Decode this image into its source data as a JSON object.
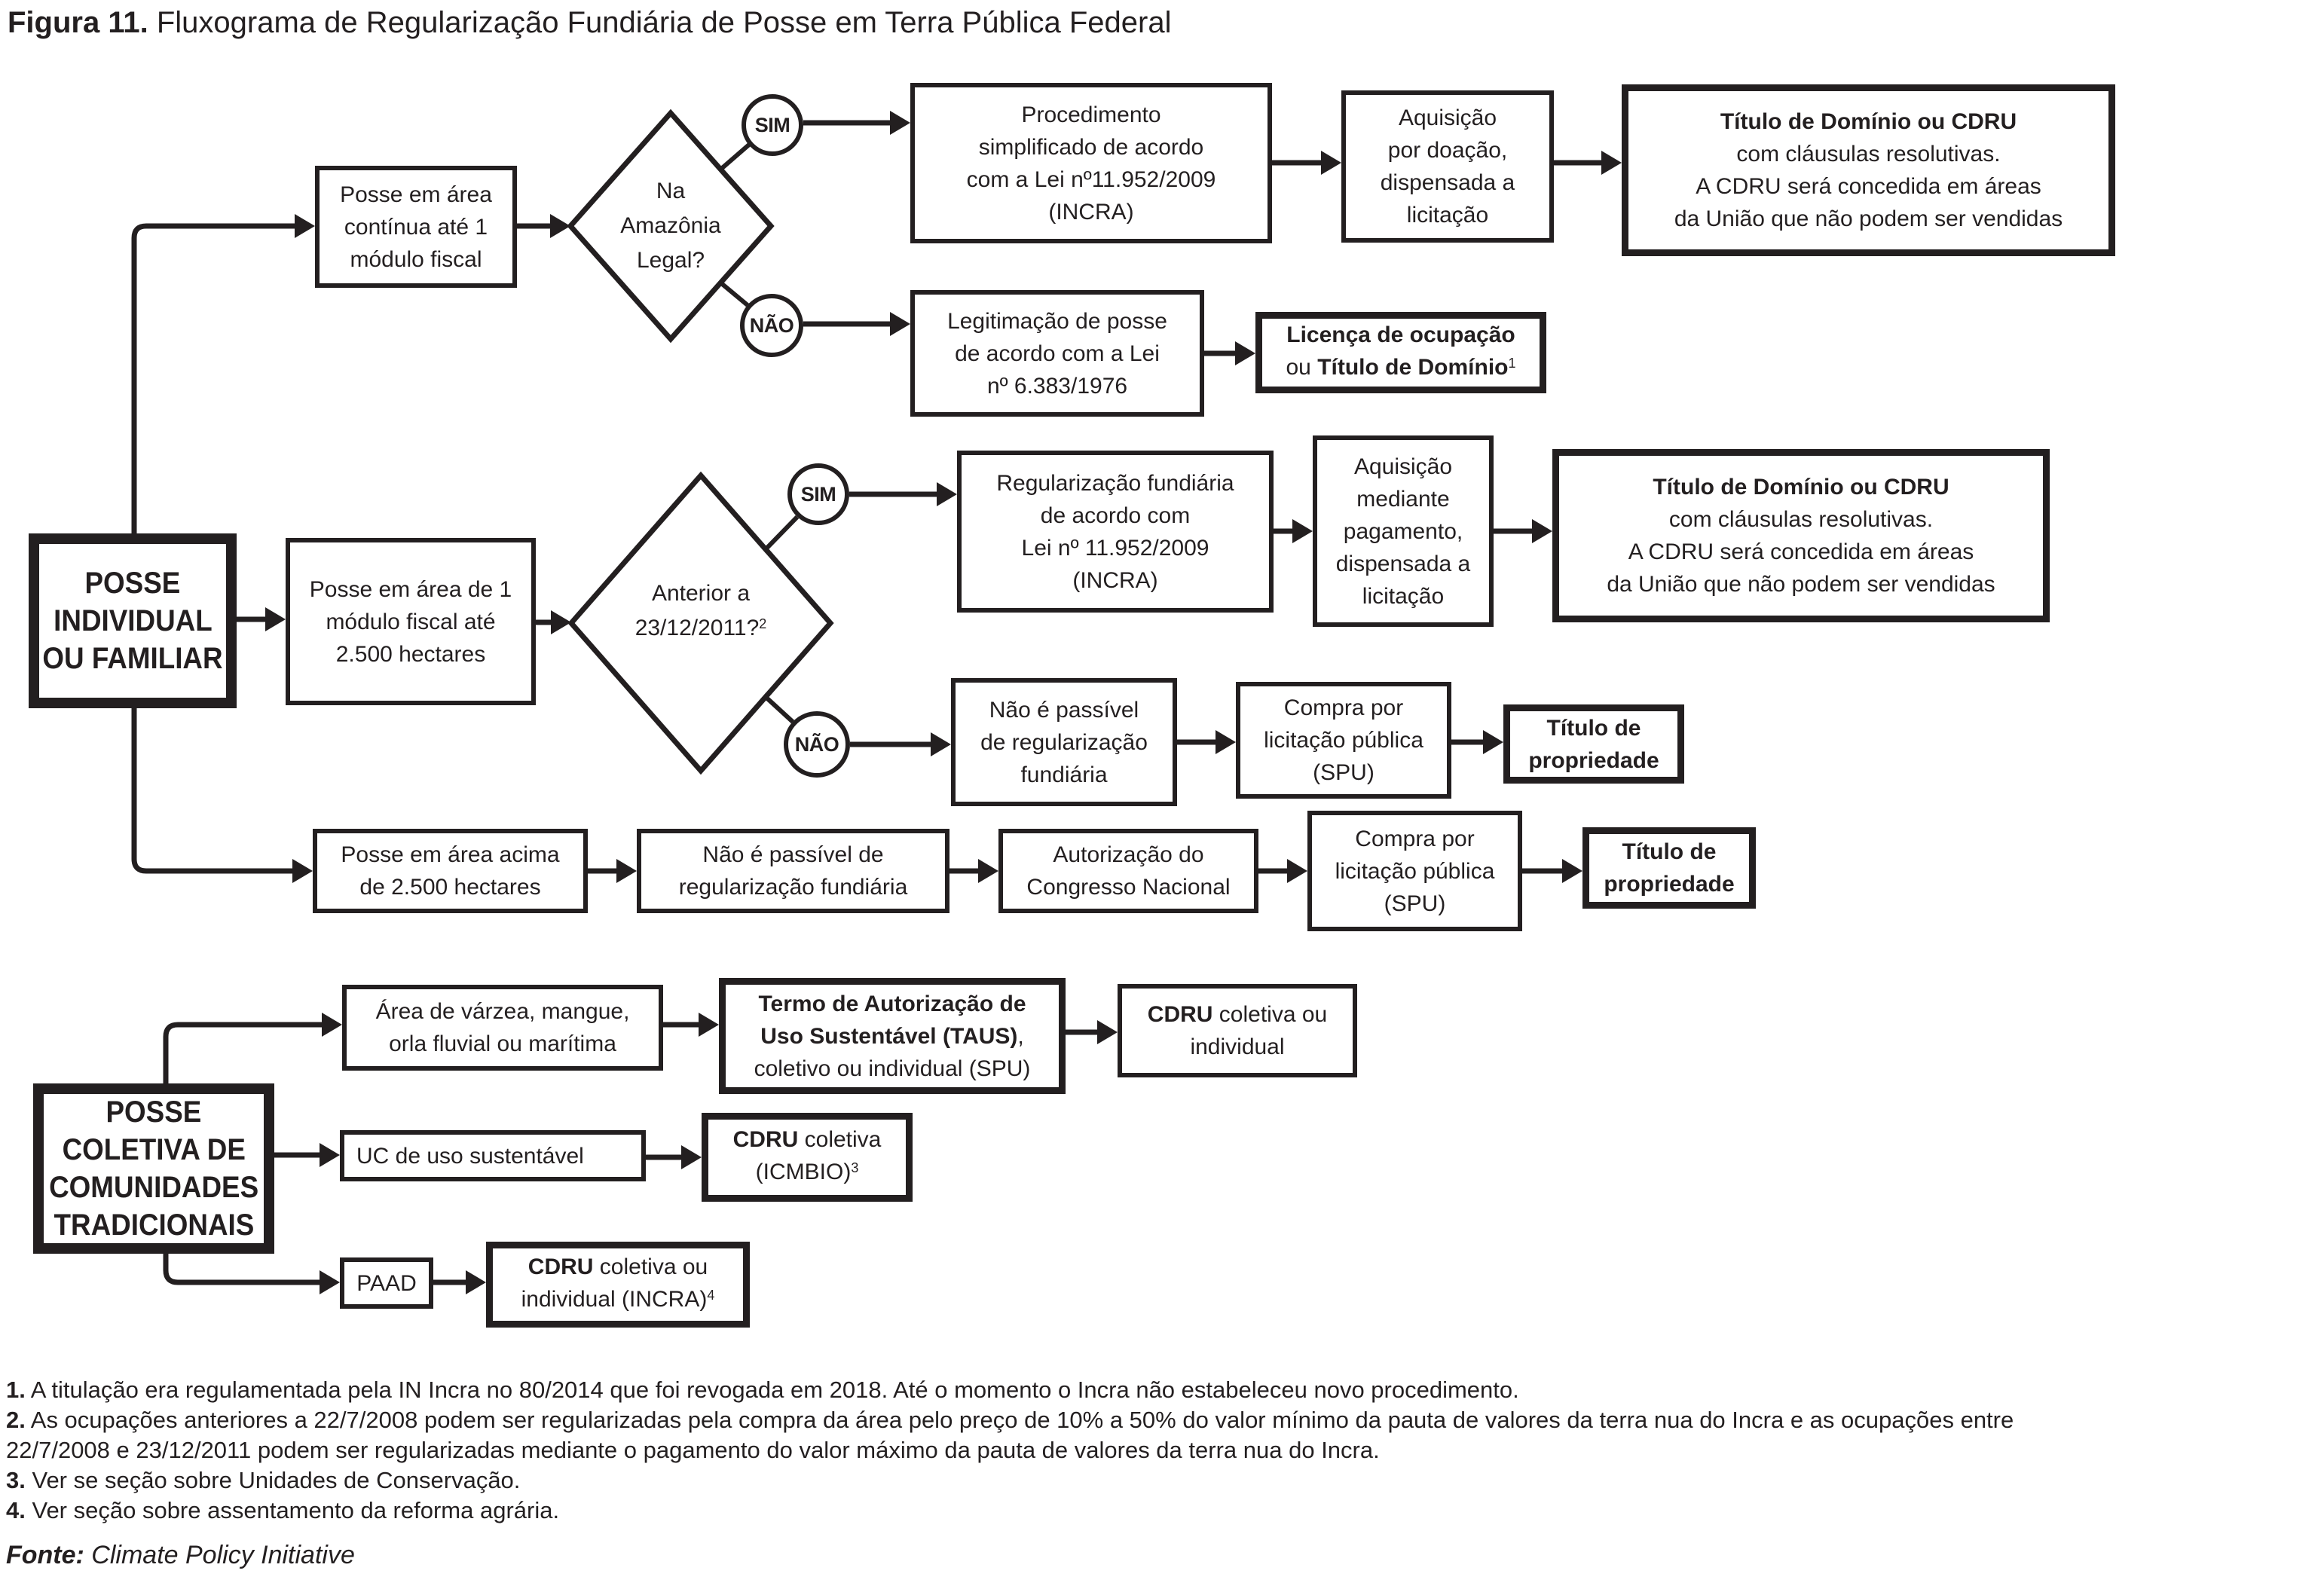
{
  "title": {
    "prefix": "Figura 11.",
    "text": " Fluxograma de Regularização Fundiária de Posse em Terra Pública Federal"
  },
  "colors": {
    "ink": "#231f20",
    "background": "#ffffff"
  },
  "nodes": {
    "posse_continua": {
      "lines": [
        "Posse em área",
        "contínua até 1",
        "módulo fiscal"
      ]
    },
    "amazonia": {
      "lines": [
        "Na",
        "Amazônia",
        "Legal?"
      ]
    },
    "sim1": {
      "label": "SIM"
    },
    "nao1": {
      "label": "NÃO"
    },
    "procedimento": {
      "lines": [
        "Procedimento",
        "simplificado de acordo",
        "com a Lei nº11.952/2009",
        "(INCRA)"
      ]
    },
    "aquisicao_doacao": {
      "lines": [
        "Aquisição",
        "por doação,",
        "dispensada a",
        "licitação"
      ]
    },
    "titulo_cdru_1": {
      "lines": [
        [
          {
            "t": "Título de Domínio ou CDRU",
            "b": true
          }
        ],
        "com cláusulas resolutivas.",
        "A CDRU será concedida em áreas",
        "da União que não podem ser vendidas"
      ]
    },
    "legitimacao": {
      "lines": [
        "Legitimação de posse",
        "de acordo com a Lei",
        "nº 6.383/1976"
      ]
    },
    "licenca": {
      "lines": [
        [
          {
            "t": "Licença de ocupação",
            "b": true
          }
        ],
        [
          {
            "t": "ou "
          },
          {
            "t": "Título de Domínio",
            "b": true
          },
          {
            "t": "1",
            "sup": true
          }
        ]
      ]
    },
    "posse_individual": {
      "lines": [
        "POSSE",
        "INDIVIDUAL",
        "OU FAMILIAR"
      ]
    },
    "posse_1modulo": {
      "lines": [
        "Posse em área de 1",
        "módulo fiscal até",
        "2.500 hectares"
      ]
    },
    "anterior": {
      "lines": [
        "Anterior a",
        [
          {
            "t": "23/12/2011?"
          },
          {
            "t": "2",
            "sup": true
          }
        ]
      ]
    },
    "sim2": {
      "label": "SIM"
    },
    "nao2": {
      "label": "NÃO"
    },
    "regularizacao": {
      "lines": [
        "Regularização fundiária",
        "de acordo com",
        "Lei nº 11.952/2009",
        "(INCRA)"
      ]
    },
    "aquisicao_pagamento": {
      "lines": [
        "Aquisição",
        "mediante",
        "pagamento,",
        "dispensada a",
        "licitação"
      ]
    },
    "titulo_cdru_2": {
      "lines": [
        [
          {
            "t": "Título de Domínio ou CDRU",
            "b": true
          }
        ],
        "com cláusulas resolutivas.",
        "A CDRU será concedida em áreas",
        "da União que não podem ser vendidas"
      ]
    },
    "nao_passivel_2": {
      "lines": [
        "Não é passível",
        "de regularização",
        "fundiária"
      ]
    },
    "compra_spu_2": {
      "lines": [
        "Compra por",
        "licitação pública",
        "(SPU)"
      ]
    },
    "titulo_prop_2": {
      "lines": [
        [
          {
            "t": "Título de",
            "b": true
          }
        ],
        [
          {
            "t": "propriedade",
            "b": true
          }
        ]
      ]
    },
    "posse_acima": {
      "lines": [
        "Posse em área acima",
        "de 2.500 hectares"
      ]
    },
    "nao_passivel_3": {
      "lines": [
        "Não é passível de",
        "regularização fundiária"
      ]
    },
    "autorizacao": {
      "lines": [
        "Autorização do",
        "Congresso Nacional"
      ]
    },
    "compra_spu_3": {
      "lines": [
        "Compra por",
        "licitação pública",
        "(SPU)"
      ]
    },
    "titulo_prop_3": {
      "lines": [
        [
          {
            "t": "Título de",
            "b": true
          }
        ],
        [
          {
            "t": "propriedade",
            "b": true
          }
        ]
      ]
    },
    "posse_coletiva": {
      "lines": [
        "POSSE",
        "COLETIVA DE",
        "COMUNIDADES",
        "TRADICIONAIS"
      ]
    },
    "area_varzea": {
      "lines": [
        "Área de várzea, mangue,",
        "orla fluvial ou marítima"
      ]
    },
    "taus": {
      "lines": [
        [
          {
            "t": "Termo de Autorização de",
            "b": true
          }
        ],
        [
          {
            "t": "Uso Sustentável (TAUS)",
            "b": true
          },
          {
            "t": ","
          }
        ],
        "coletivo ou individual (SPU)"
      ]
    },
    "cdru_coletiva_individual": {
      "lines": [
        [
          {
            "t": "CDRU",
            "b": true
          },
          {
            "t": " coletiva ou"
          }
        ],
        "individual"
      ]
    },
    "uc_sustentavel": {
      "lines": [
        "UC de uso sustentável"
      ]
    },
    "cdru_icmbio": {
      "lines": [
        [
          {
            "t": "CDRU",
            "b": true
          },
          {
            "t": " coletiva"
          }
        ],
        [
          {
            "t": "(ICMBIO)"
          },
          {
            "t": "3",
            "sup": true
          }
        ]
      ]
    },
    "paad": {
      "lines": [
        "PAAD"
      ]
    },
    "cdru_incra": {
      "lines": [
        [
          {
            "t": "CDRU",
            "b": true
          },
          {
            "t": " coletiva ou"
          }
        ],
        [
          {
            "t": "individual (INCRA)"
          },
          {
            "t": "4",
            "sup": true
          }
        ]
      ]
    }
  },
  "footnotes": {
    "fn1": {
      "prefix": "1.",
      "text": " A titulação era regulamentada pela IN Incra no 80/2014 que foi revogada em 2018. Até o momento o Incra não estabeleceu novo procedimento."
    },
    "fn2": {
      "prefix": "2.",
      "line1": " As ocupações anteriores a 22/7/2008 podem ser regularizadas pela compra da área pelo preço de 10% a 50% do valor mínimo da pauta de valores da terra nua do Incra e as ocupações entre",
      "line2": "22/7/2008 e 23/12/2011 podem ser regularizadas mediante o pagamento do valor máximo da pauta de valores da terra nua do Incra."
    },
    "fn3": {
      "prefix": "3.",
      "text": " Ver se seção sobre Unidades de Conservação."
    },
    "fn4": {
      "prefix": "4.",
      "text": " Ver seção sobre assentamento da reforma agrária."
    }
  },
  "source": {
    "label": "Fonte:",
    "text": " Climate Policy Initiative"
  }
}
